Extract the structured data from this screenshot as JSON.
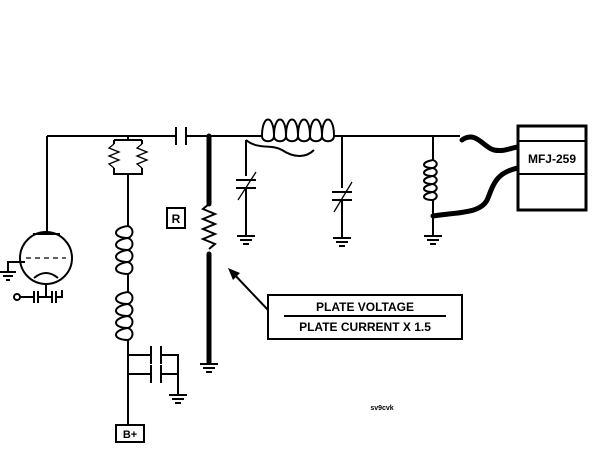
{
  "labels": {
    "meter": "MFJ-259",
    "resistor": "R",
    "supply": "B+",
    "numerator": "PLATE VOLTAGE",
    "denominator": "PLATE CURRENT X 1.5",
    "signature": "sv9cvk"
  }
}
